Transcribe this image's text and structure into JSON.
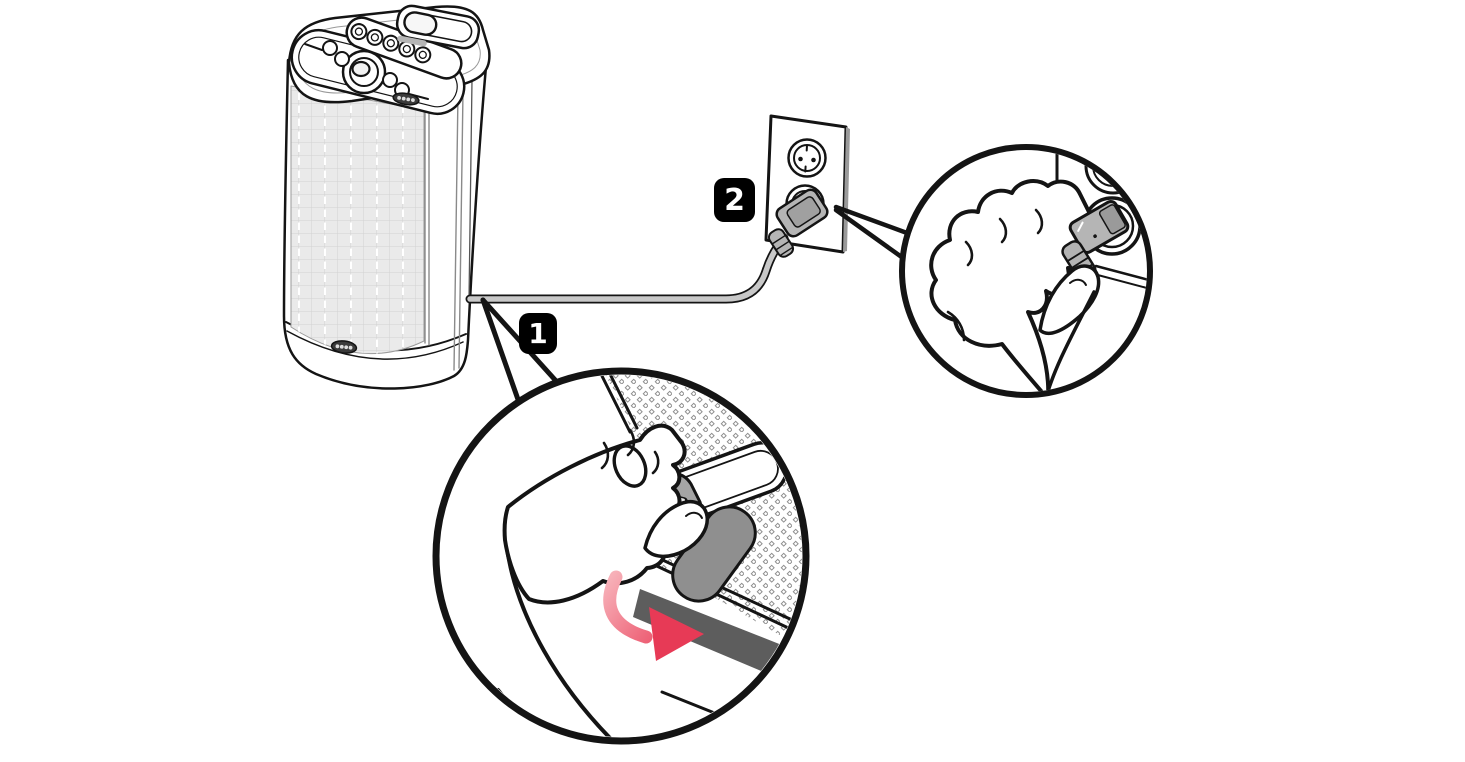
{
  "diagram": {
    "kind": "device-setup-instruction-illustration",
    "subject": "connect speaker power cord: step 1 at rear cable port, step 2 at wall outlet",
    "steps": [
      {
        "number": "1",
        "target": "speaker-cable-port-zoom"
      },
      {
        "number": "2",
        "target": "wall-outlet-plug-zoom"
      }
    ],
    "icons": {
      "motion_arrow": "curved-arrow-down-right"
    },
    "colors": {
      "background": "#ffffff",
      "outline": "#141414",
      "badge_background": "#000000",
      "badge_text": "#ffffff",
      "speaker_grille": "#eaeaea",
      "grille_grid": "#d2d2d2",
      "cable_gray": "#c8c8c8",
      "plug_gray": "#b5b5b5",
      "connector_gray": "#a5a5a5",
      "flap_gray": "#8f8f8f",
      "stripe_dark": "#5d5d5d",
      "arrow_gradient_start": "#f7b0b8",
      "arrow_gradient_end": "#e73a56"
    }
  }
}
